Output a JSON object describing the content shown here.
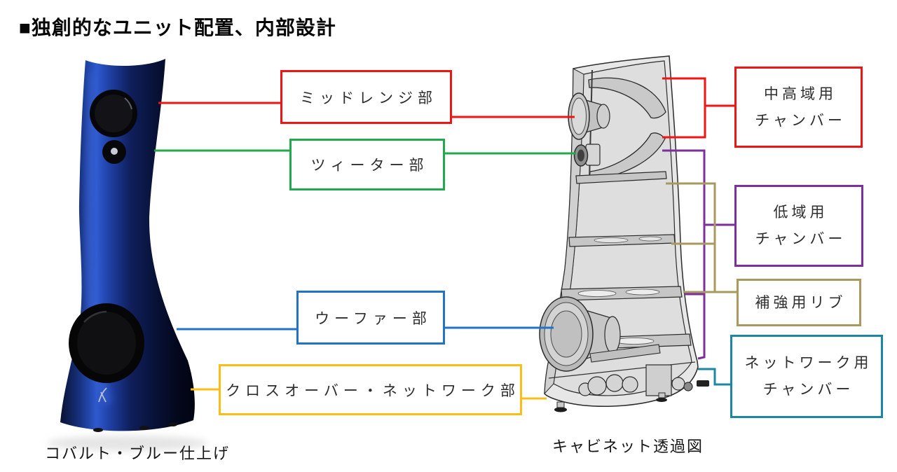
{
  "title": "■独創的なユニット配置、内部設計",
  "unit_labels": {
    "midrange": {
      "label": "ミッドレンジ部",
      "color": "#ee1515"
    },
    "tweeter": {
      "label": "ツィーター部",
      "color": "#21a94d"
    },
    "woofer": {
      "label": "ウーファー部",
      "color": "#2273c4"
    },
    "crossover": {
      "label": "クロスオーバー・ネットワーク部",
      "color": "#fdbd18"
    }
  },
  "chamber_labels": {
    "mid_high": {
      "lines": [
        "中高域用",
        "チャンバー"
      ],
      "color": "#ee1515"
    },
    "low": {
      "lines": [
        "低域用",
        "チャンバー"
      ],
      "color": "#7c2f9e"
    },
    "ribs": {
      "lines": [
        "補強用リブ"
      ],
      "color": "#a89a5e"
    },
    "network": {
      "lines": [
        "ネットワーク用",
        "チャンバー"
      ],
      "color": "#1d87a3"
    }
  },
  "captions": {
    "left": "コバルト・ブルー仕上げ",
    "right": "キャビネット透過図"
  }
}
